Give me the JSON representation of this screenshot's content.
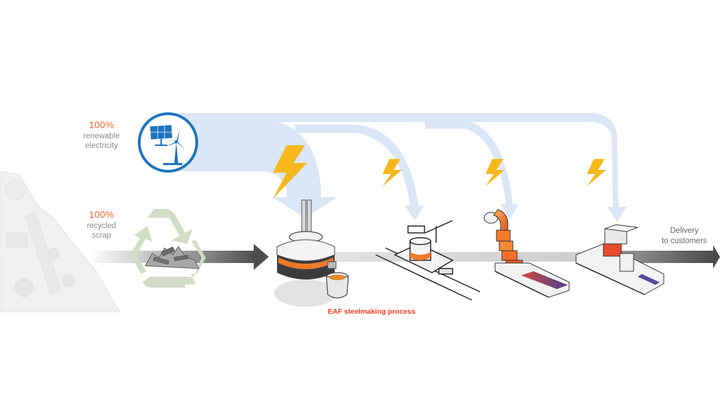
{
  "renewable": {
    "percent": "100%",
    "line1": "renewable",
    "line2": "electricity"
  },
  "scrap": {
    "percent": "100%",
    "line1": "recycled",
    "line2": "scrap"
  },
  "process_label": "EAF steelmaking process",
  "delivery": {
    "line1": "Delivery",
    "line2": "to customers"
  },
  "colors": {
    "accent_orange": "#f0662c",
    "process_red": "#ff3b1f",
    "energy_blue": "#1e73be",
    "flow_light_blue": "#dbe6f6",
    "lightning_yellow": "#f7b81c",
    "recycle_green": "#d3dcc6",
    "main_flow_gray": "#5d5d5d"
  },
  "icons": [
    "solar-panel-icon",
    "wind-turbine-icon",
    "recycle-icon",
    "lightning-icon",
    "scrap-heap-icon"
  ]
}
